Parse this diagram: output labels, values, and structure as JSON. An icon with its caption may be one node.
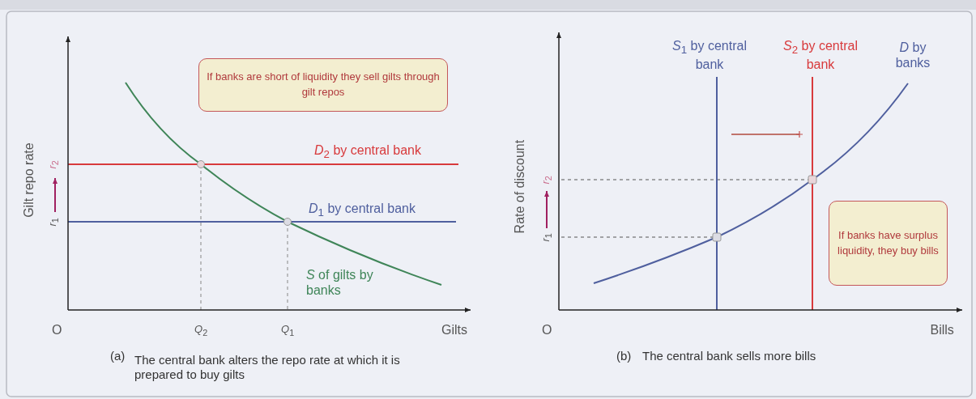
{
  "diagram": {
    "nodes": [
      {
        "text": [
          "If banks are short of liquidity they sell gilts through gilt repos"
        ]
      },
      {
        "text": [
          "If banks have surplus liquidity, they buy bills"
        ]
      }
    ],
    "edges": [],
    "labels": [
      "Gilt repo rate",
      "*r*$_{2}$",
      "*r*$_{1}$",
      "*D*$_{2}$ by central bank",
      "*D*$_{1}$ by central bank",
      "*S* of gilts by banks",
      "O",
      "*Q*$_{2}$",
      "*Q*$_{1}$",
      "Gilts",
      "(a)",
      "The central bank alters the repo rate at which it is prepared to buy gilts",
      "*S*$_{1}$ by central bank",
      "*S*$_{2}$ by central bank",
      "*D* by banks",
      "Rate of discount",
      "*r*$_{2}$",
      "*r*$_{1}$",
      "O",
      "Bills",
      "(b)",
      "The central bank sells more bills"
    ]
  }
}
